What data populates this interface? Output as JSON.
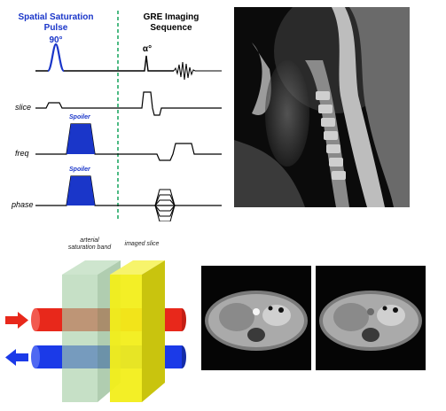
{
  "pulse_diagram": {
    "sat_pulse_title": "Spatial Saturation Pulse",
    "sat_pulse_angle": "90°",
    "gre_title": "GRE Imaging Sequence",
    "flip_angle": "α°",
    "rows": [
      "slice",
      "freq",
      "phase"
    ],
    "spoiler_label": "Spoiler",
    "colors": {
      "sat_title": "#1a36c9",
      "spoiler": "#1a36c9",
      "divider": "#22aa66"
    }
  },
  "saturation_band_diagram": {
    "arterial_label": "arterial saturation band",
    "imaged_label": "imaged slice",
    "colors": {
      "artery": "#e8281b",
      "vein": "#1b3ae8",
      "sat_band": "#a8cfa8",
      "slice": "#f2ee1a"
    }
  },
  "images": {
    "sagittal": "sagittal-cervical-spine-mri",
    "axial_1": "axial-abdomen-mri",
    "axial_2": "axial-abdomen-mri"
  }
}
